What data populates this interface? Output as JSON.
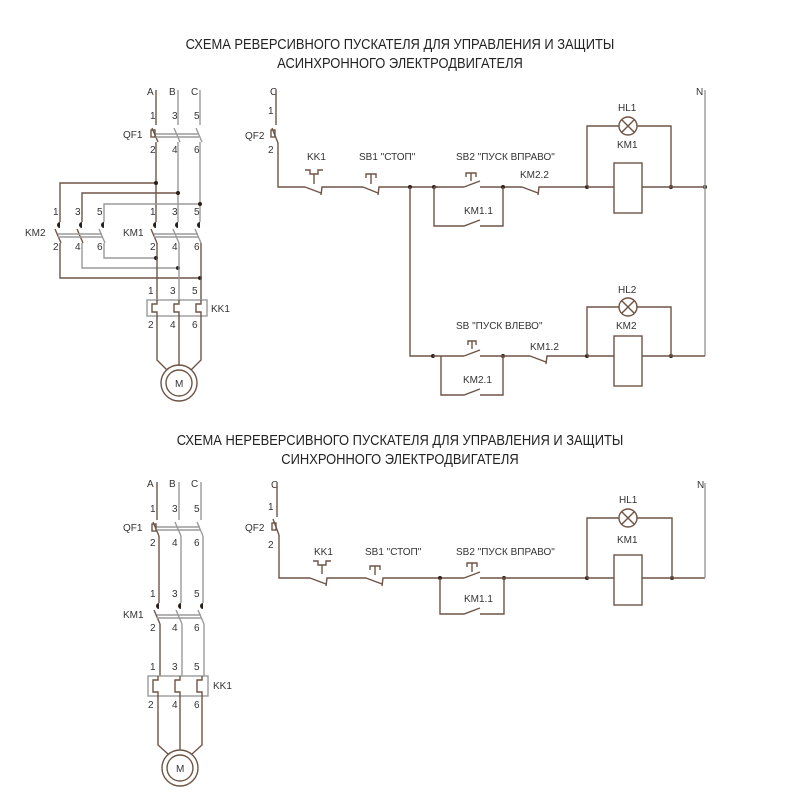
{
  "diagrams": [
    {
      "title_line1": "СХЕМА РЕВЕРСИВНОГО ПУСКАТЕЛЯ ДЛЯ УПРАВЛЕНИЯ И ЗАЩИТЫ",
      "title_line2": "АСИНХРОННОГО ЭЛЕКТРОДВИГАТЕЛЯ",
      "power": {
        "phases": [
          "A",
          "B",
          "C"
        ],
        "breaker": "QF1",
        "contactor_left": "KM2",
        "contactor_right": "KM1",
        "overload": "KK1",
        "motor": "M",
        "terminals_top": [
          "1",
          "3",
          "5"
        ],
        "terminals_bottom": [
          "2",
          "4",
          "6"
        ]
      },
      "control": {
        "supply": "C",
        "neutral": "N",
        "breaker": "QF2",
        "breaker_terminals": [
          "1",
          "2"
        ],
        "overload_contact": "KK1",
        "stop_button": "SB1 \"СТОП\"",
        "start_right_button": "SB2 \"ПУСК ВПРАВО\"",
        "start_left_button": "SB \"ПУСК ВЛЕВО\"",
        "interlock_1": "KM2.2",
        "interlock_2": "KM1.2",
        "hold_1": "KM1.1",
        "hold_2": "KM2.1",
        "lamp_1": "HL1",
        "lamp_2": "HL2",
        "coil_1": "KM1",
        "coil_2": "KM2"
      }
    },
    {
      "title_line1": "СХЕМА НЕРЕВЕРСИВНОГО ПУСКАТЕЛЯ ДЛЯ УПРАВЛЕНИЯ И ЗАЩИТЫ",
      "title_line2": "СИНХРОННОГО ЭЛЕКТРОДВИГАТЕЛЯ",
      "power": {
        "phases": [
          "A",
          "B",
          "C"
        ],
        "breaker": "QF1",
        "contactor": "KM1",
        "overload": "KK1",
        "motor": "M",
        "terminals_top": [
          "1",
          "3",
          "5"
        ],
        "terminals_bottom": [
          "2",
          "4",
          "6"
        ]
      },
      "control": {
        "supply": "C",
        "neutral": "N",
        "breaker": "QF2",
        "breaker_terminals": [
          "1",
          "2"
        ],
        "overload_contact": "KK1",
        "stop_button": "SB1 \"СТОП\"",
        "start_right_button": "SB2 \"ПУСК ВПРАВО\"",
        "hold_1": "KM1.1",
        "lamp_1": "HL1",
        "coil_1": "KM1"
      }
    }
  ]
}
